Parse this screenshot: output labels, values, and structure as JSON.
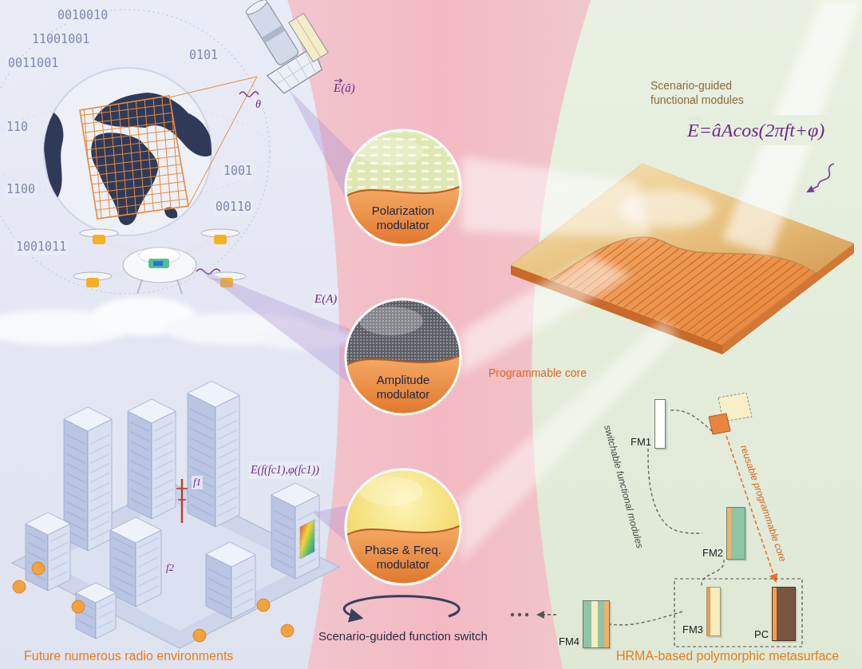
{
  "diagram": {
    "nodes": [
      {
        "text": [
          "Polarization modulator"
        ]
      },
      {
        "text": [
          "Amplitude modulator"
        ]
      },
      {
        "text": [
          "Phase & Freq. modulator"
        ]
      },
      {
        "text": [
          "FM1"
        ]
      },
      {
        "text": [
          "FM2"
        ]
      },
      {
        "text": [
          "FM3"
        ]
      },
      {
        "text": [
          "PC"
        ]
      },
      {
        "text": [
          "FM4"
        ]
      }
    ],
    "edges": [
      {
        "from": 3,
        "to": 4,
        "arrow": "none"
      },
      {
        "from": 4,
        "to": 5,
        "arrow": "none"
      },
      {
        "from": 5,
        "to": 7,
        "arrow": "none"
      }
    ],
    "labels": [
      "0010010",
      "11001001",
      "0011001",
      "0101",
      "110",
      "1001",
      "1100",
      "00110",
      "1001011",
      "θ",
      "E(â)",
      "E(A)",
      "E(f(fc1),φ(fc1))",
      "f1",
      "f2",
      "E=âAcos(2πft+φ)",
      "Scenario-guided functional modules",
      "Programmable core",
      "switchable functional modules",
      "reusable programmable core",
      "Scenario-guided function switch",
      "Future numerous radio environments",
      "HRMA-based polymorphic metasurface"
    ]
  }
}
